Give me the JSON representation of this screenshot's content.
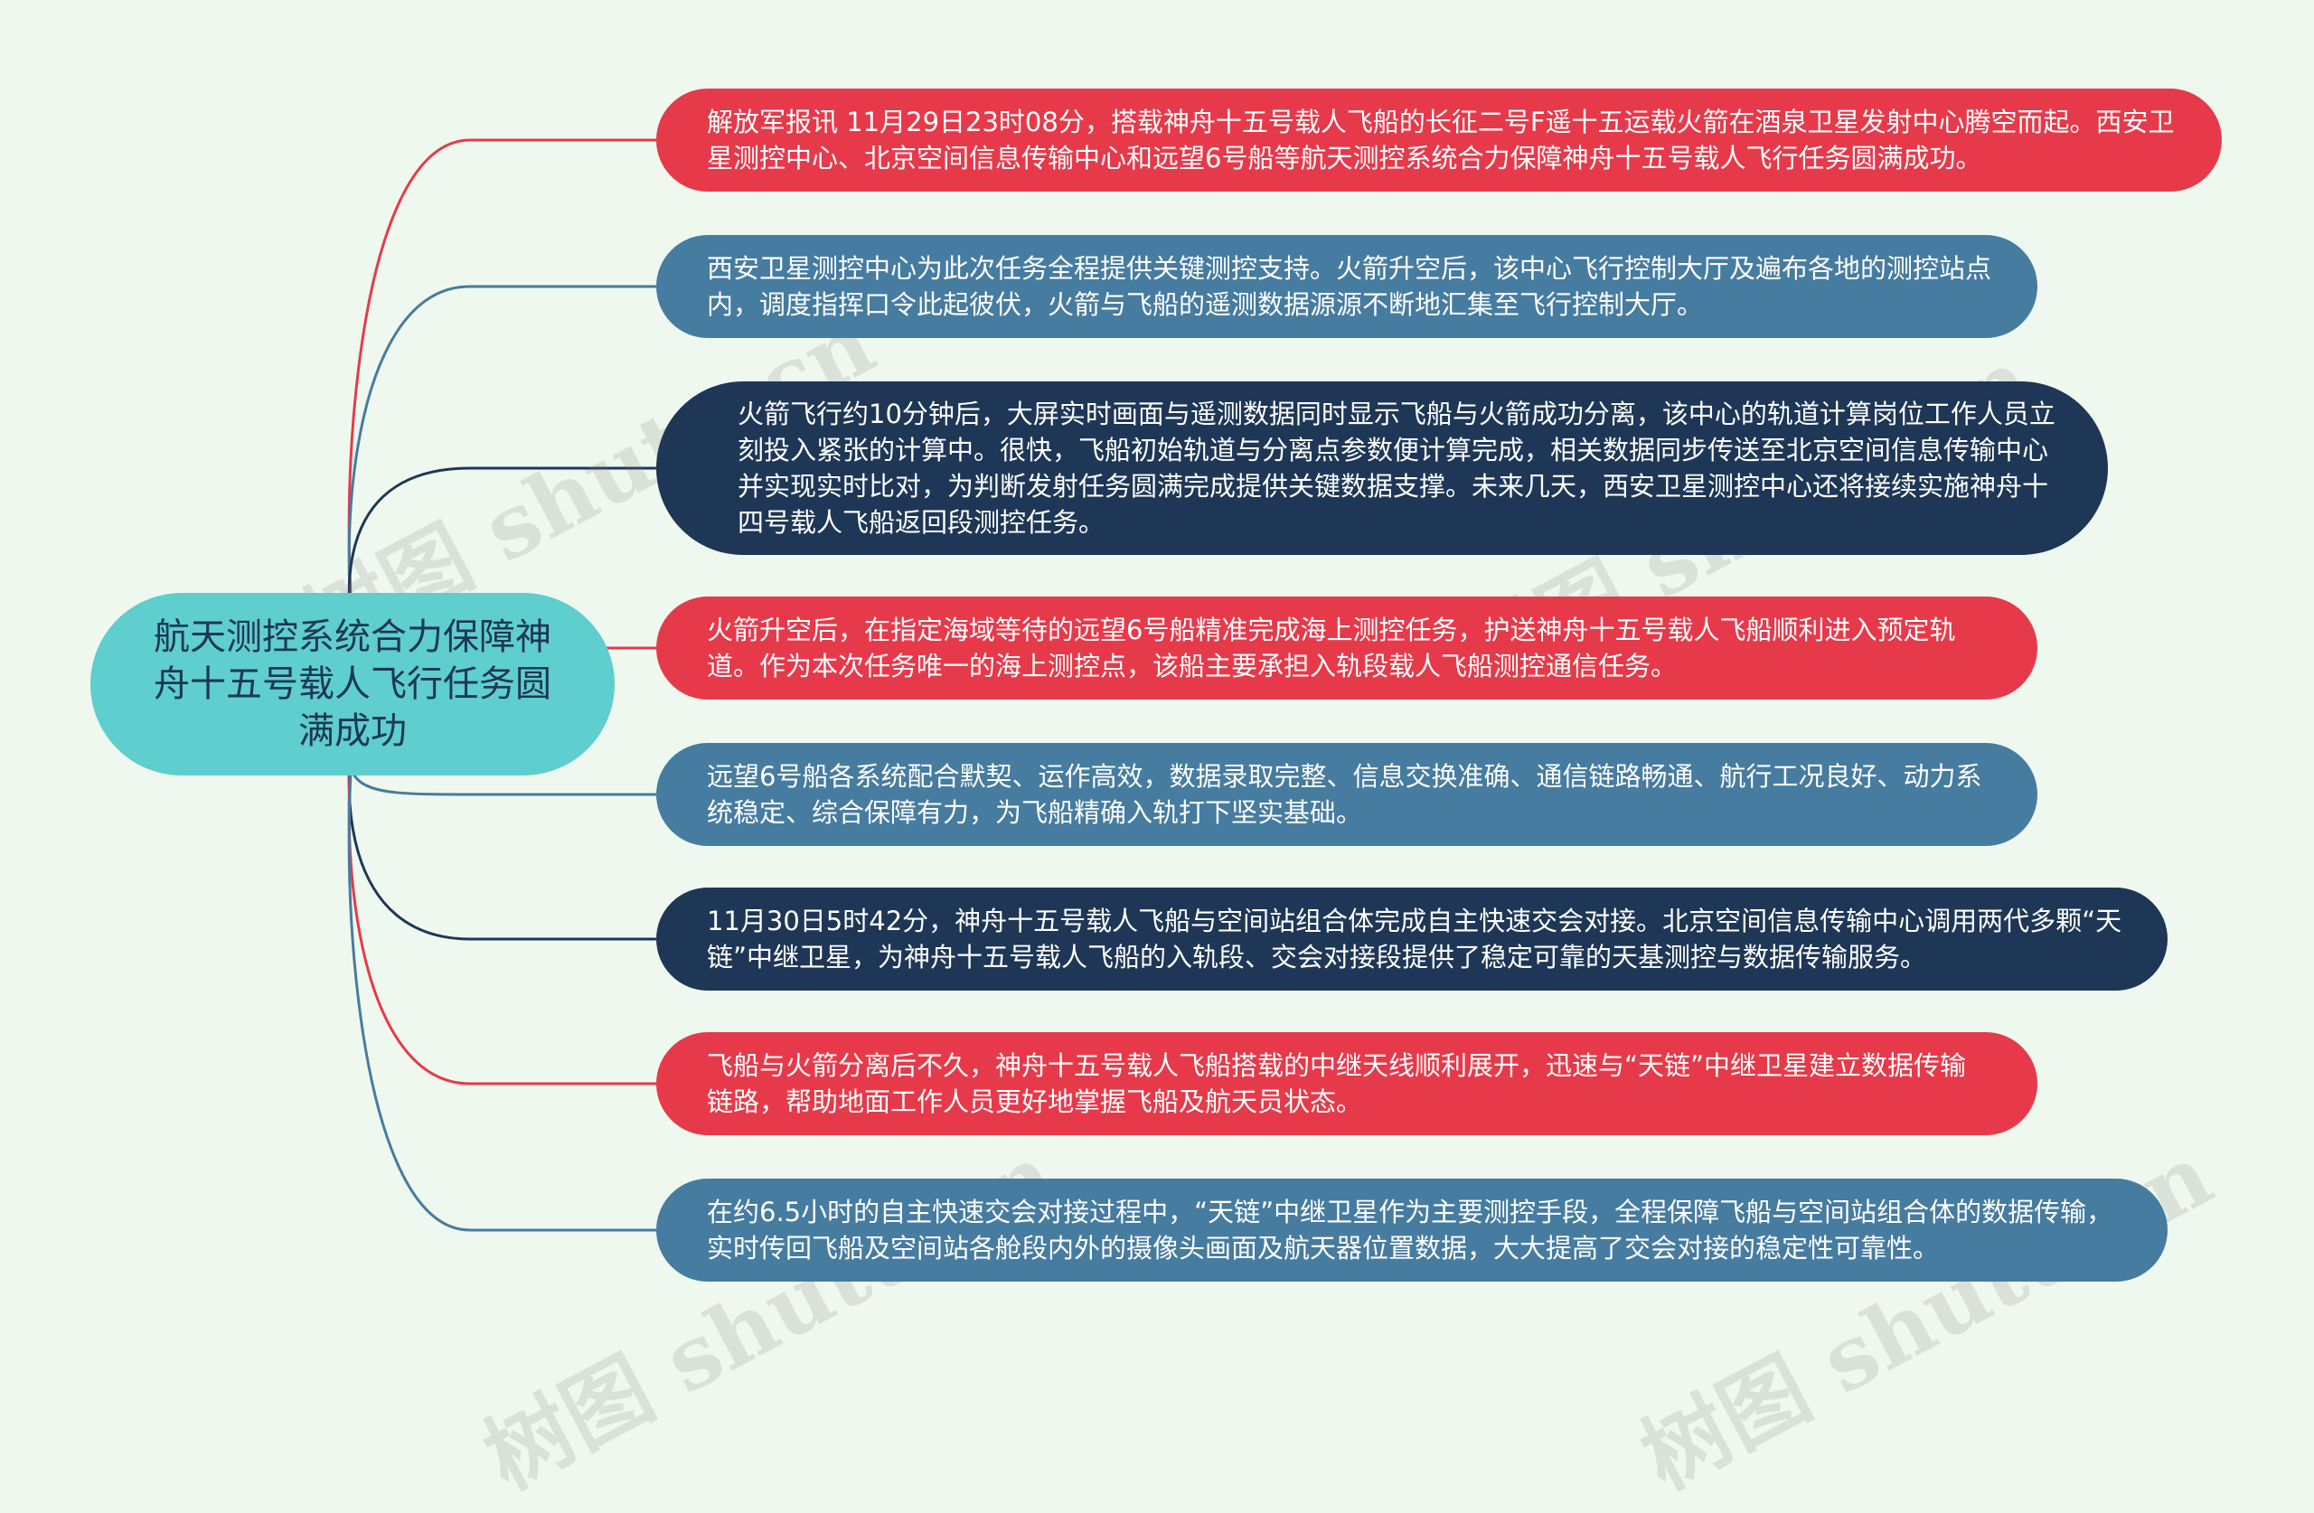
{
  "root": {
    "title": "航天测控系统合力保障神舟十五号载人飞行任务圆满成功"
  },
  "colors": {
    "background": "#eff8ee",
    "root": "#5ecece",
    "red": "#e63a4a",
    "steel": "#467ca0",
    "navy": "#1e3756"
  },
  "nodes": [
    {
      "text": "解放军报讯 11月29日23时08分，搭载神舟十五号载人飞船的长征二号F遥十五运载火箭在酒泉卫星发射中心腾空而起。西安卫星测控中心、北京空间信息传输中心和远望6号船等航天测控系统合力保障神舟十五号载人飞行任务圆满成功。",
      "color": "#e63a4a"
    },
    {
      "text": "西安卫星测控中心为此次任务全程提供关键测控支持。火箭升空后，该中心飞行控制大厅及遍布各地的测控站点内，调度指挥口令此起彼伏，火箭与飞船的遥测数据源源不断地汇集至飞行控制大厅。",
      "color": "#467ca0"
    },
    {
      "text": "火箭飞行约10分钟后，大屏实时画面与遥测数据同时显示飞船与火箭成功分离，该中心的轨道计算岗位工作人员立刻投入紧张的计算中。很快，飞船初始轨道与分离点参数便计算完成，相关数据同步传送至北京空间信息传输中心并实现实时比对，为判断发射任务圆满完成提供关键数据支撑。未来几天，西安卫星测控中心还将接续实施神舟十四号载人飞船返回段测控任务。",
      "color": "#1e3756"
    },
    {
      "text": "火箭升空后，在指定海域等待的远望6号船精准完成海上测控任务，护送神舟十五号载人飞船顺利进入预定轨道。作为本次任务唯一的海上测控点，该船主要承担入轨段载人飞船测控通信任务。",
      "color": "#e63a4a"
    },
    {
      "text": "远望6号船各系统配合默契、运作高效，数据录取完整、信息交换准确、通信链路畅通、航行工况良好、动力系统稳定、综合保障有力，为飞船精确入轨打下坚实基础。",
      "color": "#467ca0"
    },
    {
      "text": "11月30日5时42分，神舟十五号载人飞船与空间站组合体完成自主快速交会对接。北京空间信息传输中心调用两代多颗“天链”中继卫星，为神舟十五号载人飞船的入轨段、交会对接段提供了稳定可靠的天基测控与数据传输服务。",
      "color": "#1e3756"
    },
    {
      "text": "飞船与火箭分离后不久，神舟十五号载人飞船搭载的中继天线顺利展开，迅速与“天链”中继卫星建立数据传输链路，帮助地面工作人员更好地掌握飞船及航天员状态。",
      "color": "#e63a4a"
    },
    {
      "text": "在约6.5小时的自主快速交会对接过程中，“天链”中继卫星作为主要测控手段，全程保障飞船与空间站组合体的数据传输，实时传回飞船及空间站各舱段内外的摄像头画面及航天器位置数据，大大提高了交会对接的稳定性可靠性。",
      "color": "#467ca0"
    }
  ],
  "watermark": "树图 shutu.cn"
}
